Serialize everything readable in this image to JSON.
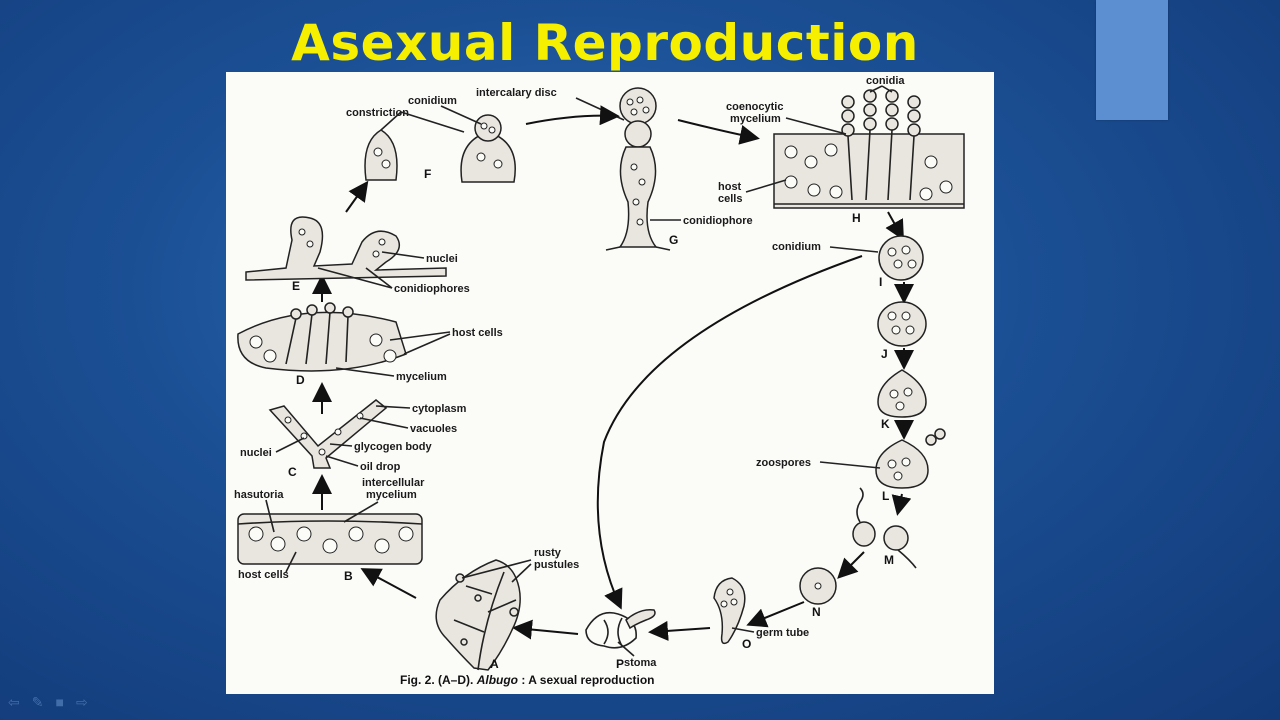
{
  "title": "Asexual Reproduction",
  "caption": {
    "prefix": "Fig. 2. (A–D).",
    "genus": "Albugo",
    "suffix": ": A sexual reproduction"
  },
  "labels": {
    "constriction": "constriction",
    "conidium_top": "conidium",
    "intercalary_disc": "intercalary disc",
    "conidia": "conidia",
    "coenocytic": "coenocytic",
    "mycelium_h": "mycelium",
    "host": "host",
    "cells": "cells",
    "conidiophore": "conidiophore",
    "conidium_i": "conidium",
    "nuclei_e": "nuclei",
    "conidiophores": "conidiophores",
    "host_cells_d": "host cells",
    "mycelium_d": "mycelium",
    "cytoplasm": "cytoplasm",
    "vacuoles": "vacuoles",
    "nuclei_c": "nuclei",
    "glycogen_body": "glycogen body",
    "oil_drop": "oil drop",
    "hasutoria": "hasutoria",
    "intercellular": "intercellular",
    "mycelium_b": "mycelium",
    "host_cells_b": "host cells",
    "rusty": "rusty",
    "pustules": "pustules",
    "zoospores": "zoospores",
    "germ_tube": "germ tube",
    "stoma": "stoma"
  },
  "stages": [
    "A",
    "B",
    "C",
    "D",
    "E",
    "F",
    "G",
    "H",
    "I",
    "J",
    "K",
    "L",
    "M",
    "N",
    "O",
    "P"
  ],
  "nav_icons": [
    "back-arrow-icon",
    "pen-icon",
    "menu-icon",
    "forward-arrow-icon"
  ],
  "colors": {
    "title": "#f6f000",
    "background": "#1b4f94",
    "accent_rect": "#5b8fd1",
    "panel": "#fbfbf8"
  }
}
